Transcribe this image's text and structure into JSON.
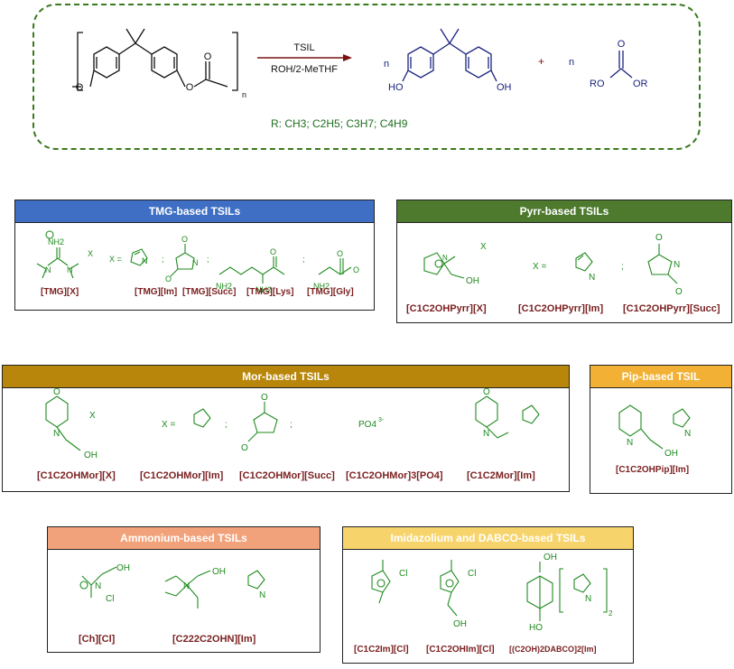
{
  "reaction": {
    "arrow_top": "TSIL",
    "arrow_bottom": "ROH/2-MeTHF",
    "n_sub": "n",
    "coef1": "n",
    "plus": "+",
    "coef2": "n",
    "r_def": "R: CH3; C2H5; C3H7; C4H9"
  },
  "panels": {
    "tmg": {
      "title": "TMG-based TSILs",
      "color": "#3f6fc4",
      "labels": [
        "[TMG][X]",
        "[TMG][Im]",
        "[TMG][Succ]",
        "[TMG][Lys]",
        "[TMG][Gly]"
      ]
    },
    "pyrr": {
      "title": "Pyrr-based TSILs",
      "color": "#4e7a2e",
      "labels": [
        "[C1C2OHPyrr][X]",
        "[C1C2OHPyrr][Im]",
        "[C1C2OHPyrr][Succ]"
      ]
    },
    "mor": {
      "title": "Mor-based TSILs",
      "color": "#b8860b",
      "labels": [
        "[C1C2OHMor][X]",
        "[C1C2OHMor][Im]",
        "[C1C2OHMor][Succ]",
        "[C1C2OHMor]3[PO4]",
        "[C1C2Mor][Im]"
      ]
    },
    "pip": {
      "title": "Pip-based TSIL",
      "color": "#f2b134",
      "labels": [
        "[C1C2OHPip][Im]"
      ]
    },
    "amm": {
      "title": "Ammonium-based TSILs",
      "color": "#f2a27a",
      "labels": [
        "[Ch][Cl]",
        "[C222C2OHN][Im]"
      ]
    },
    "imid": {
      "title": "Imidazolium and DABCO-based TSILs",
      "color": "#f7d46b",
      "labels": [
        "[C1C2Im][Cl]",
        "[C1C2OHIm][Cl]",
        "[(C2OH)2DABCO]2[Im]"
      ]
    }
  },
  "chem_text": {
    "x_eq": "X =",
    "semicolon": ";",
    "po4": "PO4",
    "po4_charge": "3-",
    "oh": "OH",
    "ho": "HO",
    "o": "O",
    "ro": "RO",
    "or": "OR",
    "nh2": "NH2",
    "cl": "Cl",
    "n": "N",
    "x": "X",
    "sub2": "2"
  },
  "colors": {
    "structure": "#1f8a1f",
    "label": "#7a1f1f",
    "reaction_black": "#111111",
    "reaction_blue": "#1a237e",
    "dash_border": "#3a7a1e",
    "arrow": "#7a1010"
  }
}
